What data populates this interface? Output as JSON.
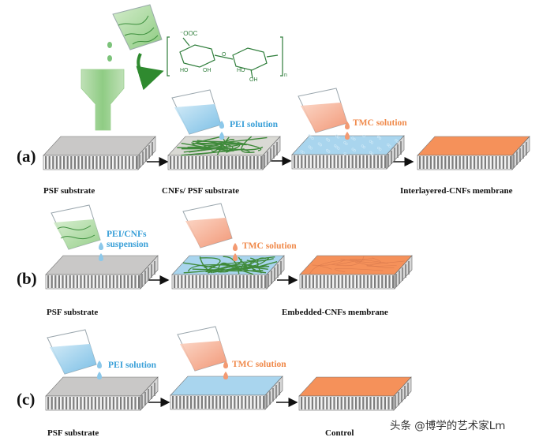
{
  "colors": {
    "substrate_gray": "#c9c8c7",
    "pei_blue": "#a9d5ee",
    "tmc_orange": "#f5915a",
    "cnf_green": "#3f8a3a",
    "solution_blue_text": "#3aa0d8",
    "solution_orange_text": "#f08a4b"
  },
  "chemical": {
    "group_label": "⁻OOC",
    "oh_labels": [
      "HO",
      "OH",
      "O",
      "HO",
      "OH"
    ],
    "subscript": "n"
  },
  "rows": [
    {
      "letter": "(a)",
      "solutions": [
        "PEI solution",
        "TMC solution"
      ],
      "labels": [
        "PSF  substrate",
        "CNFs/ PSF substrate",
        "Interlayered-CNFs membrane"
      ]
    },
    {
      "letter": "(b)",
      "solutions": [
        "PEI/CNFs",
        "suspension",
        "TMC solution"
      ],
      "labels": [
        "PSF  substrate",
        "Embedded-CNFs  membrane"
      ]
    },
    {
      "letter": "(c)",
      "solutions": [
        "PEI solution",
        "TMC solution"
      ],
      "labels": [
        "PSF  substrate",
        "Control"
      ]
    }
  ],
  "watermark": "头条 @博学的艺术家Lm"
}
